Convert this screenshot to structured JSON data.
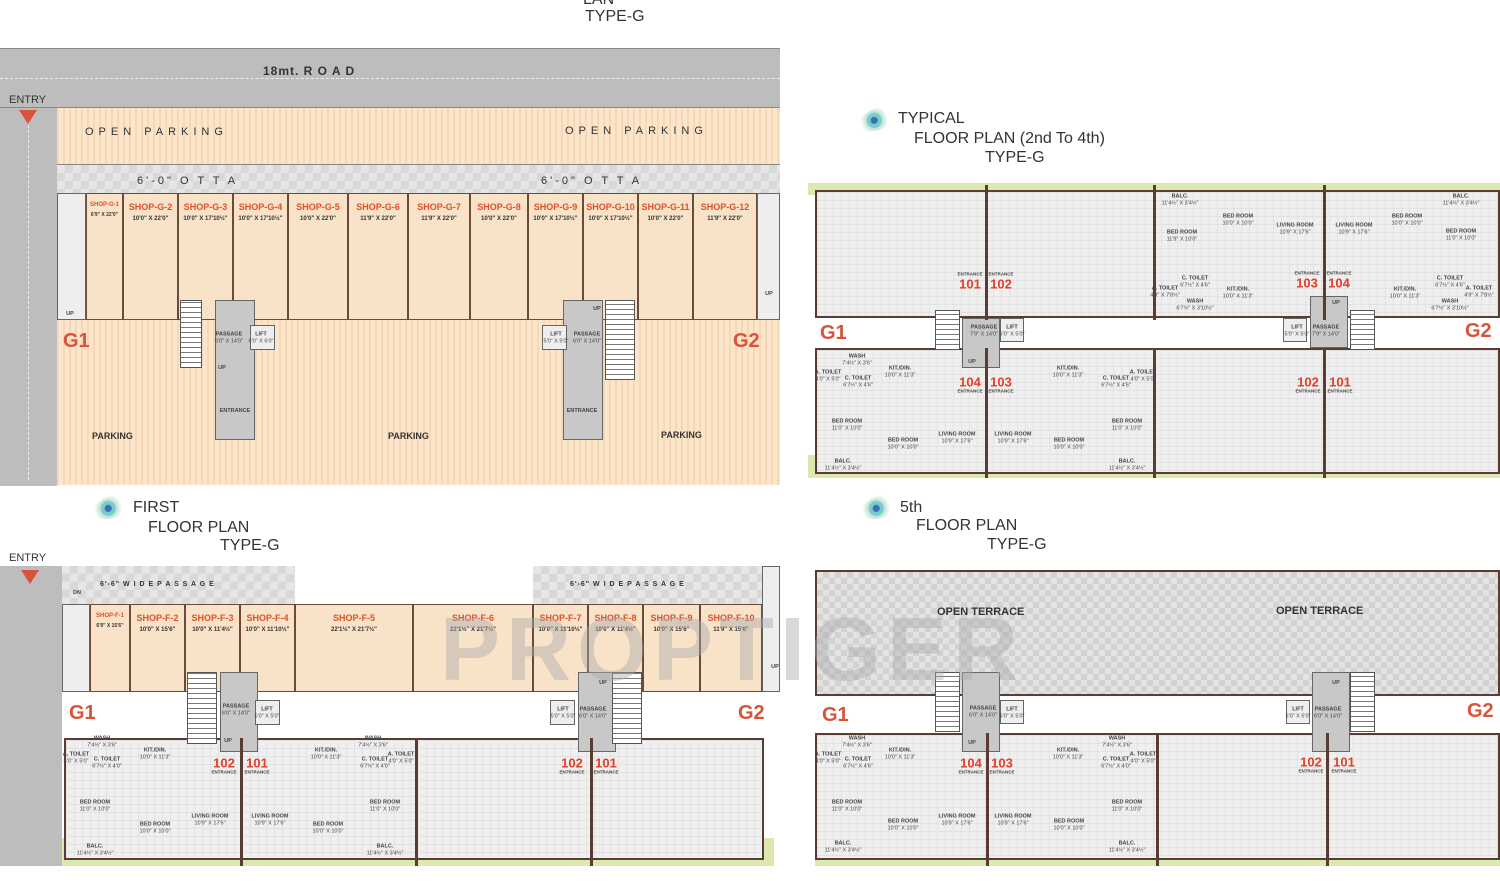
{
  "header": {
    "partial_title": "LAN",
    "type": "TYPE-G"
  },
  "ground": {
    "road": "18mt.   R     O     A     D",
    "entry": "ENTRY",
    "open_parking": [
      "OPEN PARKING",
      "OPEN PARKING"
    ],
    "otta": [
      "6'-0\"    O   T   T   A",
      "6'-0\"    O   T   T   A"
    ],
    "parking": [
      "PARKING",
      "PARKING",
      "PARKING"
    ],
    "wings": [
      "G1",
      "G2"
    ],
    "shops": [
      {
        "name": "SHOP-G-1",
        "dim": "6'9\" X 22'0\""
      },
      {
        "name": "SHOP-G-2",
        "dim": "10'0\" X 22'0\""
      },
      {
        "name": "SHOP-G-3",
        "dim": "10'0\" X 17'10½\""
      },
      {
        "name": "SHOP-G-4",
        "dim": "10'0\" X 17'10½\""
      },
      {
        "name": "SHOP-G-5",
        "dim": "10'0\" X 22'0\""
      },
      {
        "name": "SHOP-G-6",
        "dim": "11'9\" X 22'0\""
      },
      {
        "name": "SHOP-G-7",
        "dim": "11'9\" X 22'0\""
      },
      {
        "name": "SHOP-G-8",
        "dim": "10'0\" X 22'0\""
      },
      {
        "name": "SHOP-G-9",
        "dim": "10'0\" X 17'10½\""
      },
      {
        "name": "SHOP-G-10",
        "dim": "10'0\" X 17'10½\""
      },
      {
        "name": "SHOP-G-11",
        "dim": "10'0\" X 22'0\""
      },
      {
        "name": "SHOP-G-12",
        "dim": "11'9\" X 22'0\""
      }
    ],
    "labels": [
      {
        "t": "PASSAGE",
        "d": "6'0\" X 14'0\""
      },
      {
        "t": "LIFT",
        "d": "6'0\" X 6'0\""
      },
      {
        "t": "LIFT",
        "d": "5'0\" X 5'0\""
      },
      {
        "t": "PASSAGE",
        "d": "6'0\" X 14'0\""
      },
      {
        "t": "ENTRANCE"
      },
      {
        "t": "ENTRANCE"
      },
      {
        "t": "UP"
      },
      {
        "t": "UP"
      },
      {
        "t": "UP"
      },
      {
        "t": "UP"
      }
    ]
  },
  "typical": {
    "title": [
      "TYPICAL",
      "FLOOR PLAN (2nd To 4th)",
      "TYPE-G"
    ],
    "wings": [
      "G1",
      "G2"
    ],
    "units": [
      {
        "n": "101",
        "e": "ENTRANCE"
      },
      {
        "n": "102",
        "e": "ENTRANCE"
      },
      {
        "n": "103",
        "e": "ENTRANCE"
      },
      {
        "n": "104",
        "e": "ENTRANCE"
      },
      {
        "n": "104",
        "e": "ENTRANCE"
      },
      {
        "n": "103",
        "e": "ENTRANCE"
      },
      {
        "n": "102",
        "e": "ENTRANCE"
      },
      {
        "n": "101",
        "e": "ENTRANCE"
      }
    ],
    "labels": [
      {
        "t": "BALC.",
        "d": "11'4½\" X 3'4½\""
      },
      {
        "t": "BED ROOM",
        "d": "10'0\" X 10'0\""
      },
      {
        "t": "BED ROOM",
        "d": "11'9\" X 10'0\""
      },
      {
        "t": "LIVING ROOM",
        "d": "10'9\" X 17'6\""
      },
      {
        "t": "LIVING ROOM",
        "d": "10'9\" X 17'6\""
      },
      {
        "t": "BED ROOM",
        "d": "10'0\" X 10'0\""
      },
      {
        "t": "BALC.",
        "d": "11'4½\" X 3'4½\""
      },
      {
        "t": "BED ROOM",
        "d": "11'0\" X 10'0\""
      },
      {
        "t": "C. TOILET",
        "d": "6'7½\" X 4'6\""
      },
      {
        "t": "A. TOILET",
        "d": "4'9\" X 7'8½\""
      },
      {
        "t": "WASH",
        "d": "6'7½\" X 3'10½\""
      },
      {
        "t": "KIT./DIN.",
        "d": "10'0\" X 11'3\""
      },
      {
        "t": "KIT./DIN.",
        "d": "10'0\" X 11'3\""
      },
      {
        "t": "C. TOILET",
        "d": "6'7½\" X 4'6\""
      },
      {
        "t": "A. TOILET",
        "d": "4'9\" X 7'8½\""
      },
      {
        "t": "WASH",
        "d": "6'7½\" X 3'10½\""
      },
      {
        "t": "PASSAGE",
        "d": "7'9\" X 14'0\""
      },
      {
        "t": "LIFT",
        "d": "5'0\" X 5'0\""
      },
      {
        "t": "LIFT",
        "d": "5'0\" X 5'0\""
      },
      {
        "t": "PASSAGE",
        "d": "7'9\" X 14'0\""
      },
      {
        "t": "UP"
      },
      {
        "t": "UP"
      },
      {
        "t": "WASH",
        "d": "7'4½\" X 3'6\""
      },
      {
        "t": "A. TOILET",
        "d": "4'0\" X 5'0\""
      },
      {
        "t": "C. TOILET",
        "d": "6'7½\" X 4'6\""
      },
      {
        "t": "KIT./DIN.",
        "d": "10'0\" X 11'3\""
      },
      {
        "t": "KIT./DIN.",
        "d": "10'0\" X 11'3\""
      },
      {
        "t": "C. TOILET",
        "d": "6'7½\" X 4'6\""
      },
      {
        "t": "A. TOILET",
        "d": "4'0\" X 5'0\""
      },
      {
        "t": "BED ROOM",
        "d": "11'0\" X 10'0\""
      },
      {
        "t": "BED ROOM",
        "d": "10'0\" X 10'0\""
      },
      {
        "t": "LIVING ROOM",
        "d": "10'9\" X 17'6\""
      },
      {
        "t": "LIVING ROOM",
        "d": "10'9\" X 17'6\""
      },
      {
        "t": "BED ROOM",
        "d": "10'0\" X 10'0\""
      },
      {
        "t": "BED ROOM",
        "d": "11'0\" X 10'0\""
      },
      {
        "t": "BALC.",
        "d": "11'4½\" X 3'4½\""
      },
      {
        "t": "BALC.",
        "d": "11'4½\" X 3'4½\""
      }
    ]
  },
  "first": {
    "title": [
      "FIRST",
      "FLOOR PLAN",
      "TYPE-G"
    ],
    "entry": "ENTRY",
    "wings": [
      "G1",
      "G2"
    ],
    "passage": [
      "6'-6\"  W I D E   P A S S A G E",
      "6'-6\"  W I D E   P A S S A G E"
    ],
    "shops": [
      {
        "name": "SHOP-F-1",
        "dim": "6'9\" X 15'6\""
      },
      {
        "name": "SHOP-F-2",
        "dim": "10'0\" X 15'6\""
      },
      {
        "name": "SHOP-F-3",
        "dim": "10'0\" X 11'4½\""
      },
      {
        "name": "SHOP-F-4",
        "dim": "10'0\" X 11'10½\""
      },
      {
        "name": "SHOP-F-5",
        "dim": "22'1½\" X 21'7½\""
      },
      {
        "name": "SHOP-F-6",
        "dim": "22'1½\" X 21'7½\""
      },
      {
        "name": "SHOP-F-7",
        "dim": "10'0\" X 11'10½\""
      },
      {
        "name": "SHOP-F-8",
        "dim": "10'0\" X 11'4½\""
      },
      {
        "name": "SHOP-F-9",
        "dim": "10'0\" X 15'6\""
      },
      {
        "name": "SHOP-F-10",
        "dim": "11'9\" X 15'6\""
      }
    ],
    "units": [
      {
        "n": "102",
        "e": "ENTRANCE"
      },
      {
        "n": "101",
        "e": "ENTRANCE"
      },
      {
        "n": "102",
        "e": "ENTRANCE"
      },
      {
        "n": "101",
        "e": "ENTRANCE"
      }
    ],
    "labels": [
      {
        "t": "DN"
      },
      {
        "t": "UP"
      },
      {
        "t": "PASSAGE",
        "d": "6'0\" X 14'0\""
      },
      {
        "t": "LIFT",
        "d": "5'0\" X 5'0\""
      },
      {
        "t": "LIFT",
        "d": "5'0\" X 5'0\""
      },
      {
        "t": "PASSAGE",
        "d": "6'0\" X 14'0\""
      },
      {
        "t": "UP"
      },
      {
        "t": "UP"
      },
      {
        "t": "WASH",
        "d": "7'4½\" X 3'6\""
      },
      {
        "t": "A. TOILET",
        "d": "4'0\" X 5'0\""
      },
      {
        "t": "C. TOILET",
        "d": "6'7½\" X 4'0\""
      },
      {
        "t": "KIT./DIN.",
        "d": "10'0\" X 11'3\""
      },
      {
        "t": "KIT./DIN.",
        "d": "10'0\" X 11'3\""
      },
      {
        "t": "WASH",
        "d": "7'4½\" X 3'6\""
      },
      {
        "t": "C. TOILET",
        "d": "6'7½\" X 4'0\""
      },
      {
        "t": "A. TOILET",
        "d": "4'0\" X 5'0\""
      },
      {
        "t": "BED ROOM",
        "d": "11'0\" X 10'0\""
      },
      {
        "t": "BED ROOM",
        "d": "10'0\" X 10'0\""
      },
      {
        "t": "LIVING ROOM",
        "d": "10'9\" X 17'6\""
      },
      {
        "t": "LIVING ROOM",
        "d": "10'9\" X 17'6\""
      },
      {
        "t": "BED ROOM",
        "d": "10'0\" X 10'0\""
      },
      {
        "t": "BED ROOM",
        "d": "11'0\" X 10'0\""
      },
      {
        "t": "BALC.",
        "d": "11'4½\" X 3'4½\""
      },
      {
        "t": "BALC.",
        "d": "11'4½\" X 3'4½\""
      }
    ]
  },
  "fifth": {
    "title": [
      "5th",
      "FLOOR PLAN",
      "TYPE-G"
    ],
    "wings": [
      "G1",
      "G2"
    ],
    "terrace": [
      "OPEN TERRACE",
      "OPEN TERRACE"
    ],
    "units": [
      {
        "n": "104",
        "e": "ENTRANCE"
      },
      {
        "n": "103",
        "e": "ENTRANCE"
      },
      {
        "n": "102",
        "e": "ENTRANCE"
      },
      {
        "n": "101",
        "e": "ENTRANCE"
      }
    ],
    "labels": [
      {
        "t": "PASSAGE",
        "d": "6'0\" X 14'0\""
      },
      {
        "t": "LIFT",
        "d": "5'0\" X 5'0\""
      },
      {
        "t": "LIFT",
        "d": "5'0\" X 5'0\""
      },
      {
        "t": "PASSAGE",
        "d": "6'0\" X 14'0\""
      },
      {
        "t": "UP"
      },
      {
        "t": "UP"
      },
      {
        "t": "WASH",
        "d": "7'4½\" X 3'6\""
      },
      {
        "t": "A. TOILET",
        "d": "4'0\" X 5'0\""
      },
      {
        "t": "C. TOILET",
        "d": "6'7½\" X 4'6\""
      },
      {
        "t": "KIT./DIN.",
        "d": "10'0\" X 11'3\""
      },
      {
        "t": "KIT./DIN.",
        "d": "10'0\" X 11'3\""
      },
      {
        "t": "WASH",
        "d": "7'4½\" X 3'6\""
      },
      {
        "t": "C. TOILET",
        "d": "6'7½\" X 4'0\""
      },
      {
        "t": "A. TOILET",
        "d": "4'0\" X 5'0\""
      },
      {
        "t": "BED ROOM",
        "d": "11'0\" X 10'0\""
      },
      {
        "t": "BED ROOM",
        "d": "10'0\" X 10'0\""
      },
      {
        "t": "LIVING ROOM",
        "d": "10'9\" X 17'6\""
      },
      {
        "t": "LIVING ROOM",
        "d": "10'9\" X 17'6\""
      },
      {
        "t": "BED ROOM",
        "d": "10'0\" X 10'0\""
      },
      {
        "t": "BED ROOM",
        "d": "11'0\" X 10'0\""
      },
      {
        "t": "BALC.",
        "d": "11'4½\" X 3'4½\""
      },
      {
        "t": "BALC.",
        "d": "11'4½\" X 3'4½\""
      }
    ]
  },
  "watermark": "PROPTIGER",
  "colors": {
    "shop_red": "#e0502a",
    "wall": "#5a3c34",
    "parking": "#fbe6cc",
    "wing": "#d9533a"
  }
}
